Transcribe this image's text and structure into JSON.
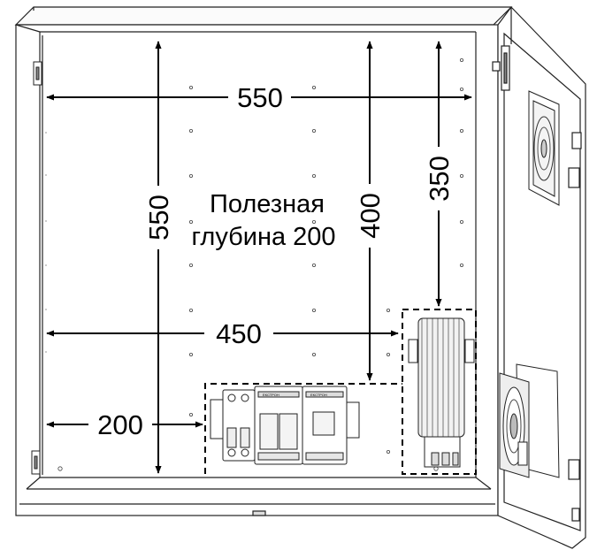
{
  "dimensions": {
    "top_width": "550",
    "left_height": "550",
    "center_height": "400",
    "right_height": "350",
    "middle_width": "450",
    "bottom_width": "200"
  },
  "label": {
    "line1": "Полезная",
    "line2": "глубина 200"
  },
  "brand": {
    "device_label_1": "ЕКСТРОН",
    "device_label_2": "ЕКСТРОН"
  }
}
